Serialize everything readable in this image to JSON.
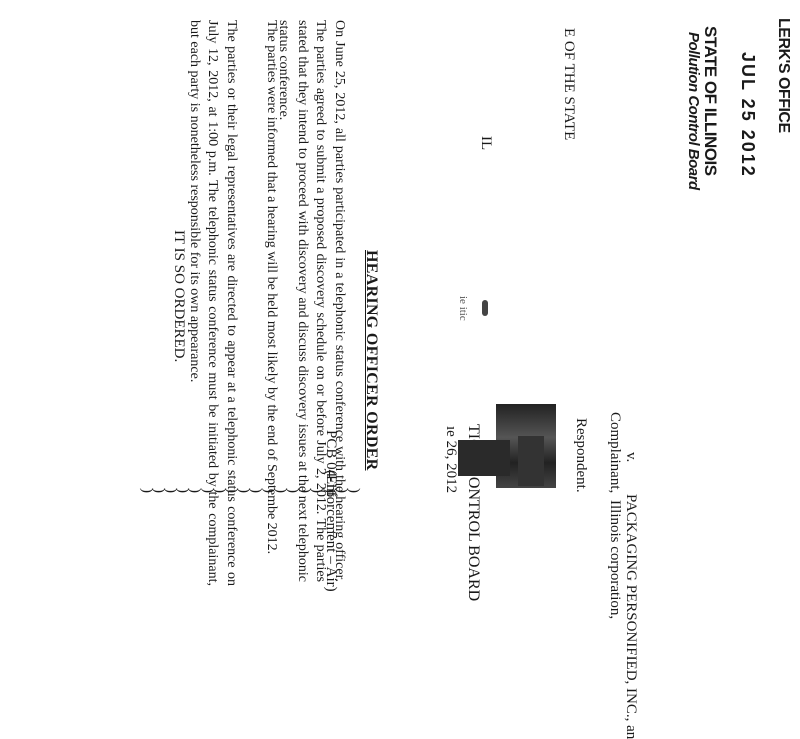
{
  "stamp": {
    "office": "LERK'S OFFICE",
    "date": "JUL 25 2012",
    "state": "STATE OF ILLINOIS",
    "board": "Pollution Control Board"
  },
  "header": {
    "caption_left": "E OF THE STATE",
    "caption_il": "IL",
    "caption_right": "TION CONTROL BOARD",
    "date_fragment": "ıe 26, 2012",
    "stray_marks": "ie itic"
  },
  "case": {
    "complainant_label": "Complainant,",
    "versus": "v.",
    "defendant_name": "PACKAGING PERSONIFIED, INC., an",
    "defendant_desc": "Illinois corporation,",
    "respondent_label": "Respondent.",
    "docket": "PCB 04-16",
    "type": "(Enforcement – Air)",
    "paren": ")"
  },
  "title": "HEARING OFFICER ORDER",
  "body": {
    "para1": "On June 25, 2012, all parties participated in a telephonic status conference with the hearing officer. The parties agreed to submit a proposed discovery schedule on or before July 2, 2012. The parties stated that they intend to proceed with discovery and discuss discovery issues at the next telephonic status conference.",
    "para2": "The parties were informed that a hearing will be held most likely by the end of Septembe 2012.",
    "para3": "The parties or their legal representatives are directed to appear at a telephonic status conference on July 12, 2012, at 1:00 p.m. The telephonic status conference must be initiated by the complainant, but each party is nonetheless responsible for its own appearance.",
    "closing": "IT IS SO ORDERED."
  }
}
